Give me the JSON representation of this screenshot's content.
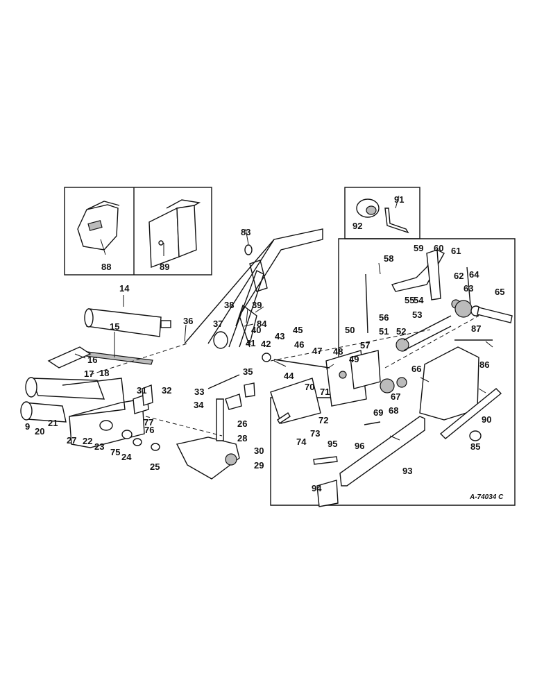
{
  "drawing_code": "A-74034 C",
  "callouts": [
    "9",
    "14",
    "15",
    "16",
    "17",
    "18",
    "20",
    "21",
    "22",
    "23",
    "24",
    "25",
    "26",
    "27",
    "28",
    "29",
    "30",
    "31",
    "32",
    "33",
    "34",
    "35",
    "36",
    "37",
    "38",
    "39",
    "40",
    "41",
    "42",
    "43",
    "44",
    "45",
    "46",
    "47",
    "48",
    "49",
    "50",
    "51",
    "52",
    "53",
    "54",
    "55",
    "56",
    "57",
    "58",
    "59",
    "60",
    "61",
    "62",
    "63",
    "64",
    "65",
    "66",
    "67",
    "68",
    "69",
    "70",
    "71",
    "72",
    "73",
    "74",
    "75",
    "76",
    "77",
    "83",
    "84",
    "85",
    "86",
    "87",
    "88",
    "89",
    "90",
    "91",
    "92",
    "93",
    "94",
    "95",
    "96"
  ]
}
